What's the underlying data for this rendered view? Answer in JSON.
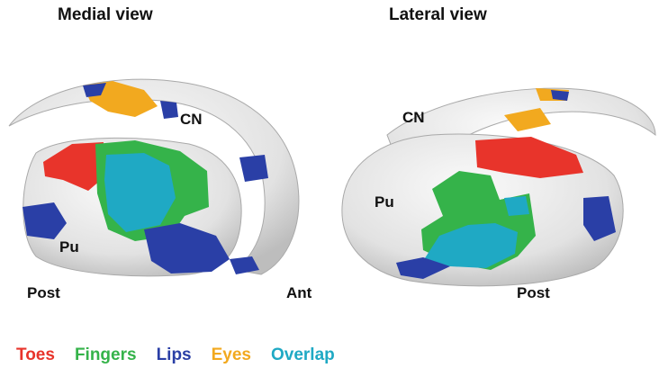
{
  "views": {
    "medial": {
      "title": "Medial view",
      "labels": {
        "cn": "CN",
        "pu": "Pu",
        "post": "Post",
        "ant": "Ant"
      }
    },
    "lateral": {
      "title": "Lateral view",
      "labels": {
        "cn": "CN",
        "pu": "Pu",
        "post": "Post"
      }
    }
  },
  "legend": [
    {
      "label": "Toes",
      "color": "#e8342b"
    },
    {
      "label": "Fingers",
      "color": "#35b34a"
    },
    {
      "label": "Lips",
      "color": "#2a3fa6"
    },
    {
      "label": "Eyes",
      "color": "#f2a91f"
    },
    {
      "label": "Overlap",
      "color": "#1fa9c4"
    }
  ],
  "colors": {
    "surface": "#e7e7e7",
    "surface_shade": "#c4c4c4",
    "toes": "#e8342b",
    "fingers": "#35b34a",
    "lips": "#2a3fa6",
    "eyes": "#f2a91f",
    "overlap": "#1fa9c4"
  }
}
